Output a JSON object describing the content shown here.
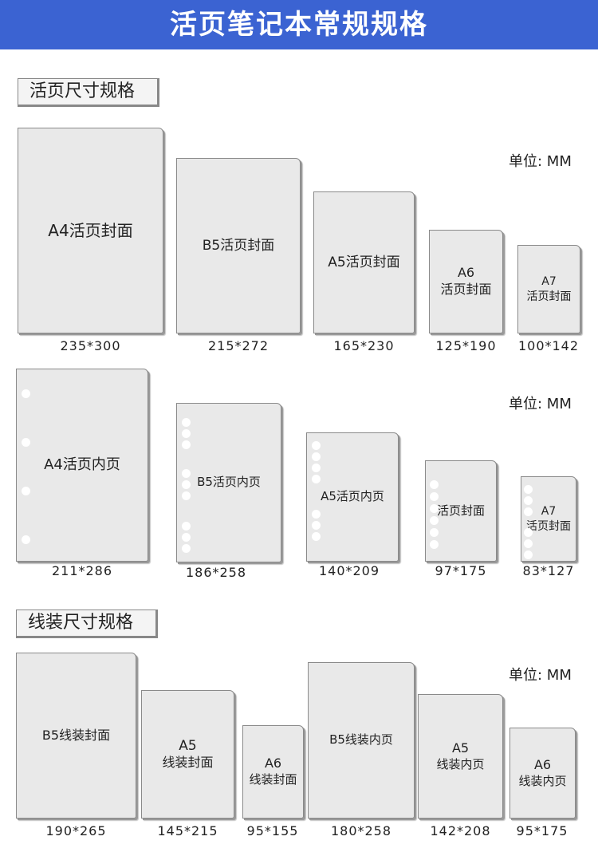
{
  "banner": {
    "title": "活页笔记本常规规格"
  },
  "sections": {
    "loose": "活页尺寸规格",
    "thread": "线装尺寸规格"
  },
  "unit": "单位: MM",
  "covers": [
    {
      "l1": "A4活页封面",
      "l2": "",
      "dim": "235*300"
    },
    {
      "l1": "B5活页封面",
      "l2": "",
      "dim": "215*272"
    },
    {
      "l1": "A5活页封面",
      "l2": "",
      "dim": "165*230"
    },
    {
      "l1": "A6",
      "l2": "活页封面",
      "dim": "125*190"
    },
    {
      "l1": "A7",
      "l2": "活页封面",
      "dim": "100*142"
    }
  ],
  "inner": [
    {
      "l1": "A4活页内页",
      "l2": "",
      "dim": "211*286"
    },
    {
      "l1": "B5活页内页",
      "l2": "",
      "dim": "186*258"
    },
    {
      "l1": "A5活页内页",
      "l2": "",
      "dim": "140*209"
    },
    {
      "l1": "活页封面",
      "l2": "",
      "dim": "97*175"
    },
    {
      "l1": "A7",
      "l2": "活页封面",
      "dim": "83*127"
    }
  ],
  "thread": [
    {
      "l1": "B5线装封面",
      "l2": "",
      "dim": "190*265"
    },
    {
      "l1": "A5",
      "l2": "线装封面",
      "dim": "145*215"
    },
    {
      "l1": "A6",
      "l2": "线装封面",
      "dim": "95*155"
    },
    {
      "l1": "B5线装内页",
      "l2": "",
      "dim": "180*258"
    },
    {
      "l1": "A5",
      "l2": "线装内页",
      "dim": "142*208"
    },
    {
      "l1": "A6",
      "l2": "线装内页",
      "dim": "95*175"
    }
  ]
}
